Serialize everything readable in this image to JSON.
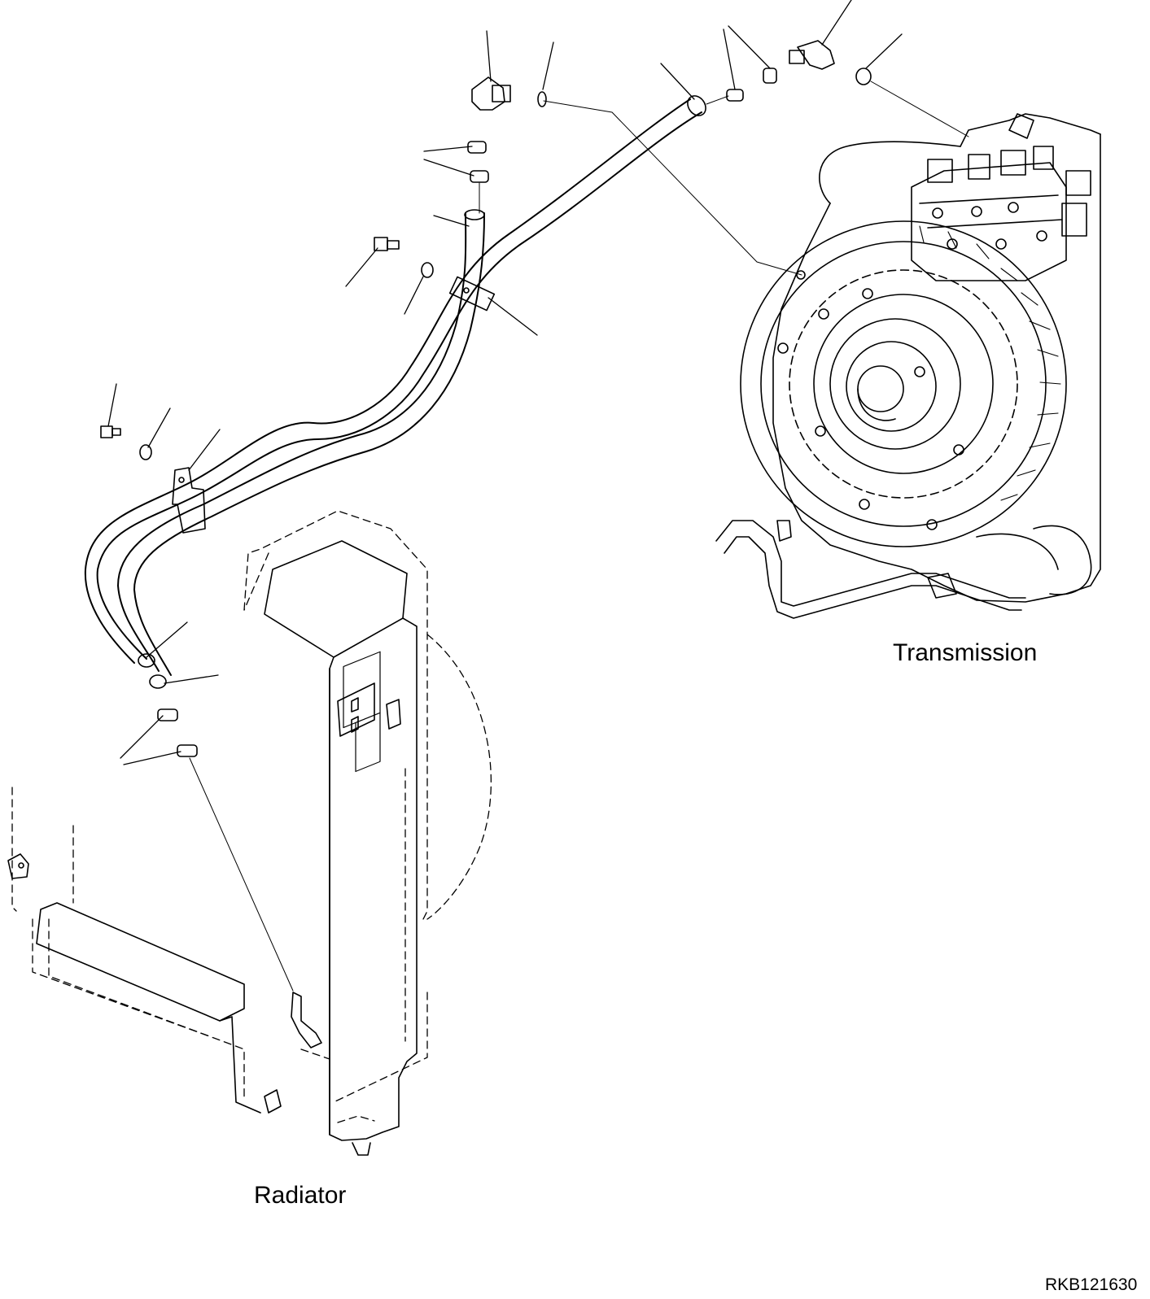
{
  "labels": {
    "transmission": "Transmission",
    "radiator": "Radiator",
    "figure_code": "RKB121630"
  },
  "colors": {
    "line": "#000000",
    "background": "#ffffff"
  }
}
